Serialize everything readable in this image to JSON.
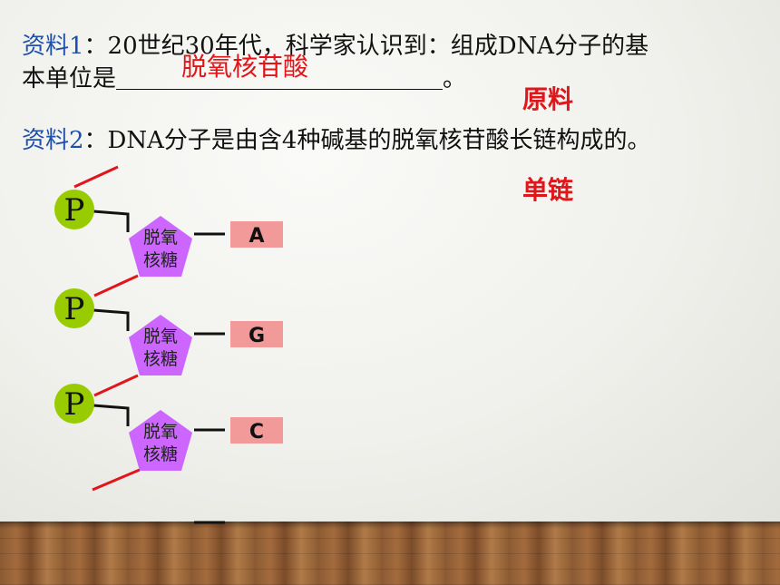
{
  "material1": {
    "label": "资料1",
    "line1": "：20世纪30年代，科学家认识到：组成DNA分子的基",
    "line2_prefix": "本单位是",
    "line2_suffix": "。",
    "answer": "脱氧核苷酸"
  },
  "material2": {
    "label": "资料2",
    "text": "：DNA分子是由含4种碱基的脱氧核苷酸长链构成的。"
  },
  "annotations": {
    "raw_material": "原料",
    "single_strand": "单链"
  },
  "diagram": {
    "phosphate_label": "P",
    "sugar_line1": "脱氧",
    "sugar_line2": "核糖",
    "bases": [
      "A",
      "G",
      "C"
    ],
    "colors": {
      "phosphate": "#99cc00",
      "sugar": "#cc66ff",
      "base": "#f29a9a",
      "bond": "#e0161b",
      "connector": "#111111"
    }
  }
}
